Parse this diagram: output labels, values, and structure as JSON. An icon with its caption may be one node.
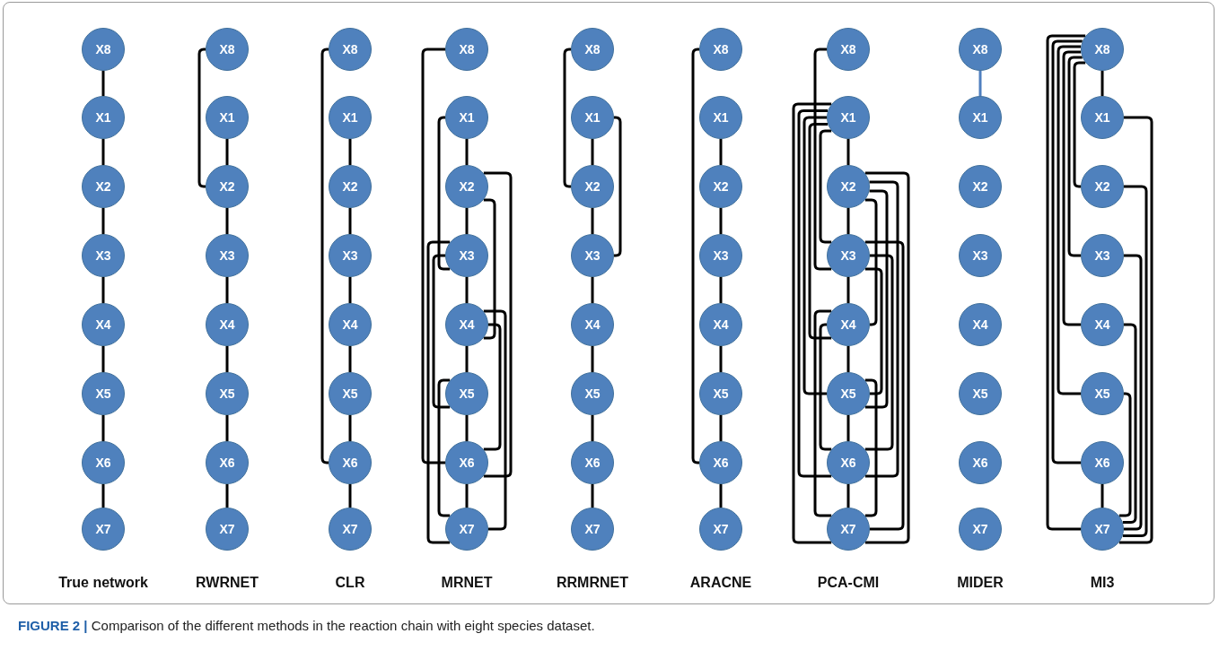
{
  "diagram": {
    "caption": "**FIGURE 2 |** Comparison of the different methods in the reaction chain with eight species dataset.",
    "nodes": [
      {
        "text": [
          "X8"
        ]
      },
      {
        "text": [
          "X1"
        ]
      },
      {
        "text": [
          "X2"
        ]
      },
      {
        "text": [
          "X3"
        ]
      },
      {
        "text": [
          "X4"
        ]
      },
      {
        "text": [
          "X5"
        ]
      },
      {
        "text": [
          "X6"
        ]
      },
      {
        "text": [
          "X7"
        ]
      },
      {
        "text": [
          "X8"
        ]
      },
      {
        "text": [
          "X1"
        ]
      },
      {
        "text": [
          "X2"
        ]
      },
      {
        "text": [
          "X3"
        ]
      },
      {
        "text": [
          "X4"
        ]
      },
      {
        "text": [
          "X5"
        ]
      },
      {
        "text": [
          "X6"
        ]
      },
      {
        "text": [
          "X7"
        ]
      },
      {
        "text": [
          "X8"
        ]
      },
      {
        "text": [
          "X1"
        ]
      },
      {
        "text": [
          "X2"
        ]
      },
      {
        "text": [
          "X3"
        ]
      },
      {
        "text": [
          "X4"
        ]
      },
      {
        "text": [
          "X5"
        ]
      },
      {
        "text": [
          "X6"
        ]
      },
      {
        "text": [
          "X7"
        ]
      },
      {
        "text": [
          "X8"
        ]
      },
      {
        "text": [
          "X1"
        ]
      },
      {
        "text": [
          "X2"
        ]
      },
      {
        "text": [
          "X3"
        ]
      },
      {
        "text": [
          "X4"
        ]
      },
      {
        "text": [
          "X5"
        ]
      },
      {
        "text": [
          "X6"
        ]
      },
      {
        "text": [
          "X7"
        ]
      },
      {
        "text": [
          "X8"
        ]
      },
      {
        "text": [
          "X1"
        ]
      },
      {
        "text": [
          "X2"
        ]
      },
      {
        "text": [
          "X3"
        ]
      },
      {
        "text": [
          "X4"
        ]
      },
      {
        "text": [
          "X5"
        ]
      },
      {
        "text": [
          "X6"
        ]
      },
      {
        "text": [
          "X7"
        ]
      },
      {
        "text": [
          "X8"
        ]
      },
      {
        "text": [
          "X1"
        ]
      },
      {
        "text": [
          "X2"
        ]
      },
      {
        "text": [
          "X3"
        ]
      },
      {
        "text": [
          "X4"
        ]
      },
      {
        "text": [
          "X5"
        ]
      },
      {
        "text": [
          "X6"
        ]
      },
      {
        "text": [
          "X7"
        ]
      },
      {
        "text": [
          "X8"
        ]
      },
      {
        "text": [
          "X1"
        ]
      },
      {
        "text": [
          "X2"
        ]
      },
      {
        "text": [
          "X3"
        ]
      },
      {
        "text": [
          "X4"
        ]
      },
      {
        "text": [
          "X5"
        ]
      },
      {
        "text": [
          "X6"
        ]
      },
      {
        "text": [
          "X7"
        ]
      },
      {
        "text": [
          "X8"
        ]
      },
      {
        "text": [
          "X1"
        ]
      },
      {
        "text": [
          "X2"
        ]
      },
      {
        "text": [
          "X3"
        ]
      },
      {
        "text": [
          "X4"
        ]
      },
      {
        "text": [
          "X5"
        ]
      },
      {
        "text": [
          "X6"
        ]
      },
      {
        "text": [
          "X7"
        ]
      },
      {
        "text": [
          "X8"
        ]
      },
      {
        "text": [
          "X1"
        ]
      },
      {
        "text": [
          "X2"
        ]
      },
      {
        "text": [
          "X3"
        ]
      },
      {
        "text": [
          "X4"
        ]
      },
      {
        "text": [
          "X5"
        ]
      },
      {
        "text": [
          "X6"
        ]
      },
      {
        "text": [
          "X7"
        ]
      }
    ],
    "edges": [
      {
        "from": 0,
        "to": 1,
        "arrow": "none"
      },
      {
        "from": 1,
        "to": 2,
        "arrow": "none"
      },
      {
        "from": 2,
        "to": 3,
        "arrow": "none"
      },
      {
        "from": 3,
        "to": 4,
        "arrow": "none"
      },
      {
        "from": 4,
        "to": 5,
        "arrow": "none"
      },
      {
        "from": 5,
        "to": 6,
        "arrow": "none"
      },
      {
        "from": 6,
        "to": 7,
        "arrow": "none"
      },
      {
        "from": 8,
        "to": 10,
        "arrow": "none"
      },
      {
        "from": 9,
        "to": 10,
        "arrow": "none"
      },
      {
        "from": 10,
        "to": 11,
        "arrow": "none"
      },
      {
        "from": 11,
        "to": 12,
        "arrow": "none"
      },
      {
        "from": 12,
        "to": 13,
        "arrow": "none"
      },
      {
        "from": 13,
        "to": 14,
        "arrow": "none"
      },
      {
        "from": 14,
        "to": 15,
        "arrow": "none"
      },
      {
        "from": 16,
        "to": 22,
        "arrow": "none"
      },
      {
        "from": 17,
        "to": 18,
        "arrow": "none"
      },
      {
        "from": 18,
        "to": 19,
        "arrow": "none"
      },
      {
        "from": 19,
        "to": 20,
        "arrow": "none"
      },
      {
        "from": 20,
        "to": 21,
        "arrow": "none"
      },
      {
        "from": 21,
        "to": 22,
        "arrow": "none"
      },
      {
        "from": 22,
        "to": 23,
        "arrow": "none"
      },
      {
        "from": 25,
        "to": 26,
        "arrow": "none"
      },
      {
        "from": 26,
        "to": 27,
        "arrow": "none"
      },
      {
        "from": 27,
        "to": 28,
        "arrow": "none"
      },
      {
        "from": 28,
        "to": 29,
        "arrow": "none"
      },
      {
        "from": 29,
        "to": 30,
        "arrow": "none"
      },
      {
        "from": 30,
        "to": 31,
        "arrow": "none"
      },
      {
        "from": 24,
        "to": 30,
        "arrow": "none"
      },
      {
        "from": 25,
        "to": 27,
        "arrow": "none"
      },
      {
        "from": 27,
        "to": 29,
        "arrow": "none"
      },
      {
        "from": 27,
        "to": 31,
        "arrow": "none"
      },
      {
        "from": 29,
        "to": 31,
        "arrow": "none"
      },
      {
        "from": 26,
        "to": 28,
        "arrow": "none"
      },
      {
        "from": 26,
        "to": 30,
        "arrow": "none"
      },
      {
        "from": 28,
        "to": 30,
        "arrow": "none"
      },
      {
        "from": 28,
        "to": 31,
        "arrow": "none"
      },
      {
        "from": 32,
        "to": 34,
        "arrow": "none"
      },
      {
        "from": 33,
        "to": 35,
        "arrow": "none"
      },
      {
        "from": 33,
        "to": 34,
        "arrow": "none"
      },
      {
        "from": 34,
        "to": 35,
        "arrow": "none"
      },
      {
        "from": 35,
        "to": 36,
        "arrow": "none"
      },
      {
        "from": 36,
        "to": 37,
        "arrow": "none"
      },
      {
        "from": 37,
        "to": 38,
        "arrow": "none"
      },
      {
        "from": 38,
        "to": 39,
        "arrow": "none"
      },
      {
        "from": 40,
        "to": 46,
        "arrow": "none"
      },
      {
        "from": 41,
        "to": 42,
        "arrow": "none"
      },
      {
        "from": 42,
        "to": 43,
        "arrow": "none"
      },
      {
        "from": 43,
        "to": 44,
        "arrow": "none"
      },
      {
        "from": 44,
        "to": 45,
        "arrow": "none"
      },
      {
        "from": 45,
        "to": 46,
        "arrow": "none"
      },
      {
        "from": 46,
        "to": 47,
        "arrow": "none"
      },
      {
        "from": 49,
        "to": 50,
        "arrow": "none"
      },
      {
        "from": 50,
        "to": 51,
        "arrow": "none"
      },
      {
        "from": 51,
        "to": 52,
        "arrow": "none"
      },
      {
        "from": 52,
        "to": 53,
        "arrow": "none"
      },
      {
        "from": 53,
        "to": 54,
        "arrow": "none"
      },
      {
        "from": 54,
        "to": 55,
        "arrow": "none"
      },
      {
        "from": 48,
        "to": 51,
        "arrow": "none"
      },
      {
        "from": 49,
        "to": 51,
        "arrow": "none"
      },
      {
        "from": 49,
        "to": 52,
        "arrow": "none"
      },
      {
        "from": 49,
        "to": 53,
        "arrow": "none"
      },
      {
        "from": 49,
        "to": 54,
        "arrow": "none"
      },
      {
        "from": 49,
        "to": 55,
        "arrow": "none"
      },
      {
        "from": 50,
        "to": 52,
        "arrow": "none"
      },
      {
        "from": 50,
        "to": 53,
        "arrow": "none"
      },
      {
        "from": 50,
        "to": 54,
        "arrow": "none"
      },
      {
        "from": 50,
        "to": 55,
        "arrow": "none"
      },
      {
        "from": 51,
        "to": 53,
        "arrow": "none"
      },
      {
        "from": 51,
        "to": 54,
        "arrow": "none"
      },
      {
        "from": 51,
        "to": 55,
        "arrow": "none"
      },
      {
        "from": 52,
        "to": 54,
        "arrow": "none"
      },
      {
        "from": 52,
        "to": 55,
        "arrow": "none"
      },
      {
        "from": 53,
        "to": 55,
        "arrow": "none"
      },
      {
        "from": 56,
        "to": 57,
        "arrow": "none",
        "color": "#4f7fbf"
      },
      {
        "from": 64,
        "to": 65,
        "arrow": "none"
      },
      {
        "from": 70,
        "to": 71,
        "arrow": "none"
      },
      {
        "from": 64,
        "to": 66,
        "arrow": "none"
      },
      {
        "from": 64,
        "to": 67,
        "arrow": "none"
      },
      {
        "from": 64,
        "to": 68,
        "arrow": "none"
      },
      {
        "from": 64,
        "to": 69,
        "arrow": "none"
      },
      {
        "from": 64,
        "to": 70,
        "arrow": "none"
      },
      {
        "from": 64,
        "to": 71,
        "arrow": "none"
      },
      {
        "from": 65,
        "to": 71,
        "arrow": "none"
      },
      {
        "from": 66,
        "to": 71,
        "arrow": "none"
      },
      {
        "from": 67,
        "to": 71,
        "arrow": "none"
      },
      {
        "from": 68,
        "to": 71,
        "arrow": "none"
      },
      {
        "from": 69,
        "to": 71,
        "arrow": "none"
      }
    ],
    "labels": [
      "True network",
      "RWRNET",
      "CLR",
      "MRNET",
      "RRMRNET",
      "ARACNE",
      "PCA-CMI",
      "MIDER",
      "MI3"
    ]
  }
}
